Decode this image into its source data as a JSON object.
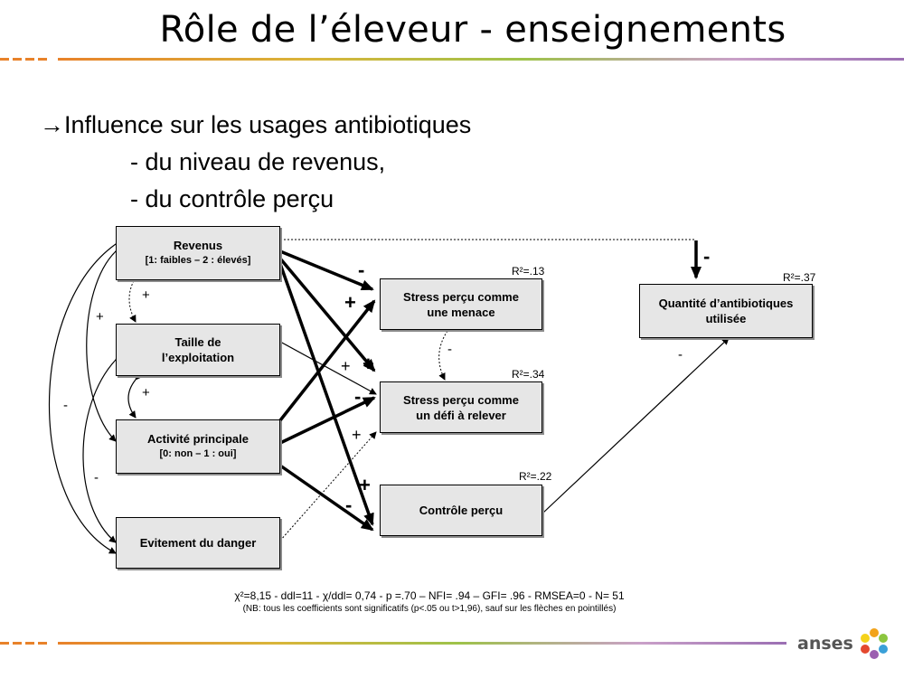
{
  "slide": {
    "title": "Rôle de l’éleveur - enseignements",
    "bullet_main": "→Influence sur les usages antibiotiques",
    "bullet_sub1": "- du niveau de revenus,",
    "bullet_sub2": "- du contrôle perçu"
  },
  "diagram": {
    "nodes": {
      "revenus": {
        "line1": "Revenus",
        "line2": "[1: faibles  – 2 : élevés]"
      },
      "taille": {
        "line1": "Taille de",
        "line2": "l’exploitation"
      },
      "activite": {
        "line1": "Activité  principale",
        "line2": "[0: non  – 1 : oui]"
      },
      "evitement": {
        "line1": "Evitement du danger"
      },
      "menace": {
        "line1": "Stress perçu  comme",
        "line2": "une menace"
      },
      "defi": {
        "line1": "Stress perçu  comme",
        "line2": "un défi  à relever"
      },
      "controle": {
        "line1": "Contrôle perçu"
      },
      "quantite": {
        "line1": "Quantité  d’antibiotiques",
        "line2": "utilisée"
      }
    },
    "r_squared": {
      "menace": "R²=.13",
      "defi": "R²=.34",
      "controle": "R²=.22",
      "quantite": "R²=.37"
    },
    "signs": {
      "plus": "+",
      "minus": "-",
      "bold_plus": "+",
      "bold_minus": "-"
    }
  },
  "footer": {
    "stats": "χ²=8,15  - ddl=11  - χ/ddl= 0,74  - p =.70  – NFI= .94  – GFI= .96  - RMSEA=0  - N= 51",
    "note": "(NB: tous les coefficients sont significatifs (p<.05 ou t>1,96),        sauf sur les flèches  en pointillés)",
    "logo_text": "anses"
  },
  "colors": {
    "rule_dash": "#e8822a",
    "box_fill": "#e6e6e6",
    "logo_text": "#555555"
  }
}
